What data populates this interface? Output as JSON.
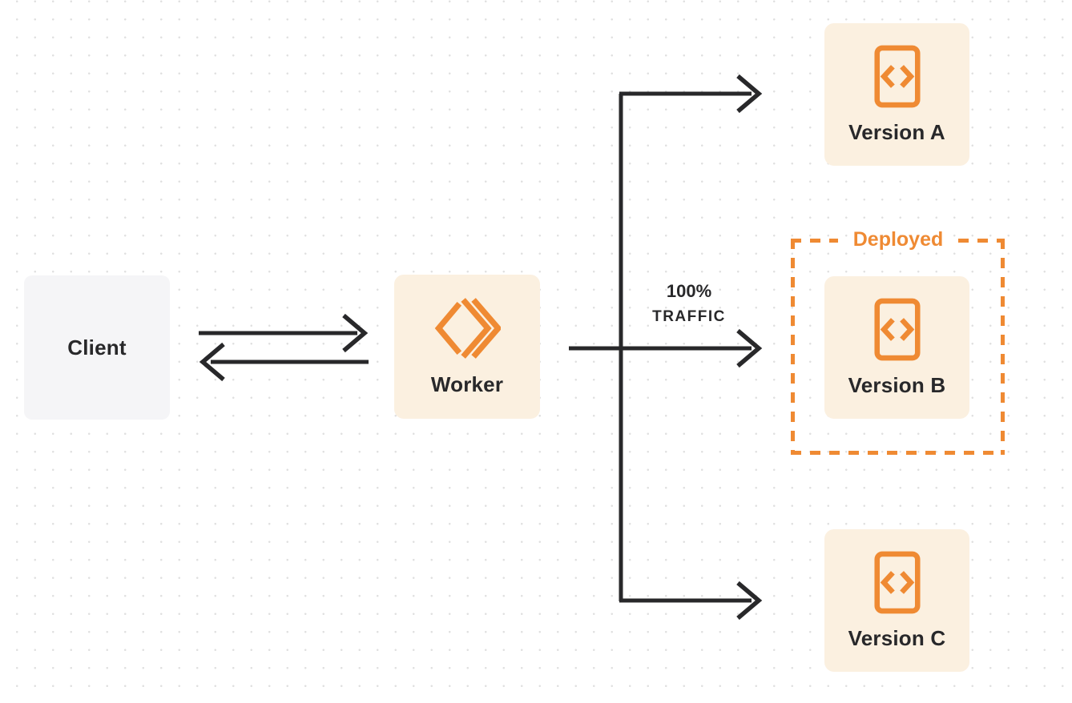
{
  "colors": {
    "orange": "#EF8A33",
    "cream": "#FBF0E0",
    "client-bg": "#F5F5F7",
    "ink": "#28282A",
    "dot": "#E0E0E0",
    "bg": "#FFFFFF"
  },
  "nodes": {
    "client": {
      "label": "Client"
    },
    "worker": {
      "label": "Worker"
    },
    "version_a": {
      "label": "Version A"
    },
    "version_b": {
      "label": "Version B"
    },
    "version_c": {
      "label": "Version C"
    }
  },
  "annotations": {
    "deployed_label": "Deployed",
    "traffic_line1": "100%",
    "traffic_line2": "TRAFFIC"
  },
  "icons": {
    "worker_icon": "double-chevron-diamond",
    "version_icon": "code-file"
  }
}
